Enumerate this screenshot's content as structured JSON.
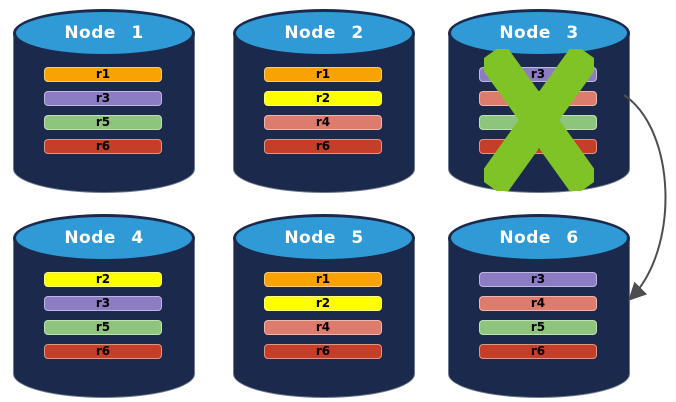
{
  "diagram_type": "database-replication-failover",
  "colors": {
    "background": "#ffffff",
    "cylinder_body": "#1B2A4C",
    "cylinder_top": "#2F9AD6",
    "node_title_text": "#ffffff",
    "replica_label_text": "#000000",
    "failure_x": "#80C327",
    "arrow": "#4d4d4d",
    "replica_colors": {
      "r1": "#F9A303",
      "r2": "#FDFF00",
      "r3": "#8C7CC4",
      "r4": "#DD7C6C",
      "r5": "#8EC57D",
      "r6": "#C43E28"
    }
  },
  "nodes": [
    {
      "label": "Node 1",
      "failed": false,
      "replicas": [
        "r1",
        "r3",
        "r5",
        "r6"
      ]
    },
    {
      "label": "Node 2",
      "failed": false,
      "replicas": [
        "r1",
        "r2",
        "r4",
        "r6"
      ]
    },
    {
      "label": "Node 3",
      "failed": true,
      "replicas": [
        "r3",
        "r4",
        "r5",
        "r6"
      ]
    },
    {
      "label": "Node 4",
      "failed": false,
      "replicas": [
        "r2",
        "r3",
        "r5",
        "r6"
      ]
    },
    {
      "label": "Node 5",
      "failed": false,
      "replicas": [
        "r1",
        "r2",
        "r4",
        "r6"
      ]
    },
    {
      "label": "Node 6",
      "failed": false,
      "replicas": [
        "r3",
        "r4",
        "r5",
        "r6"
      ]
    }
  ],
  "failure": {
    "node": "Node 3",
    "icon": "x-mark"
  },
  "arrow": {
    "from": "Node 3",
    "to": "Node 6"
  }
}
